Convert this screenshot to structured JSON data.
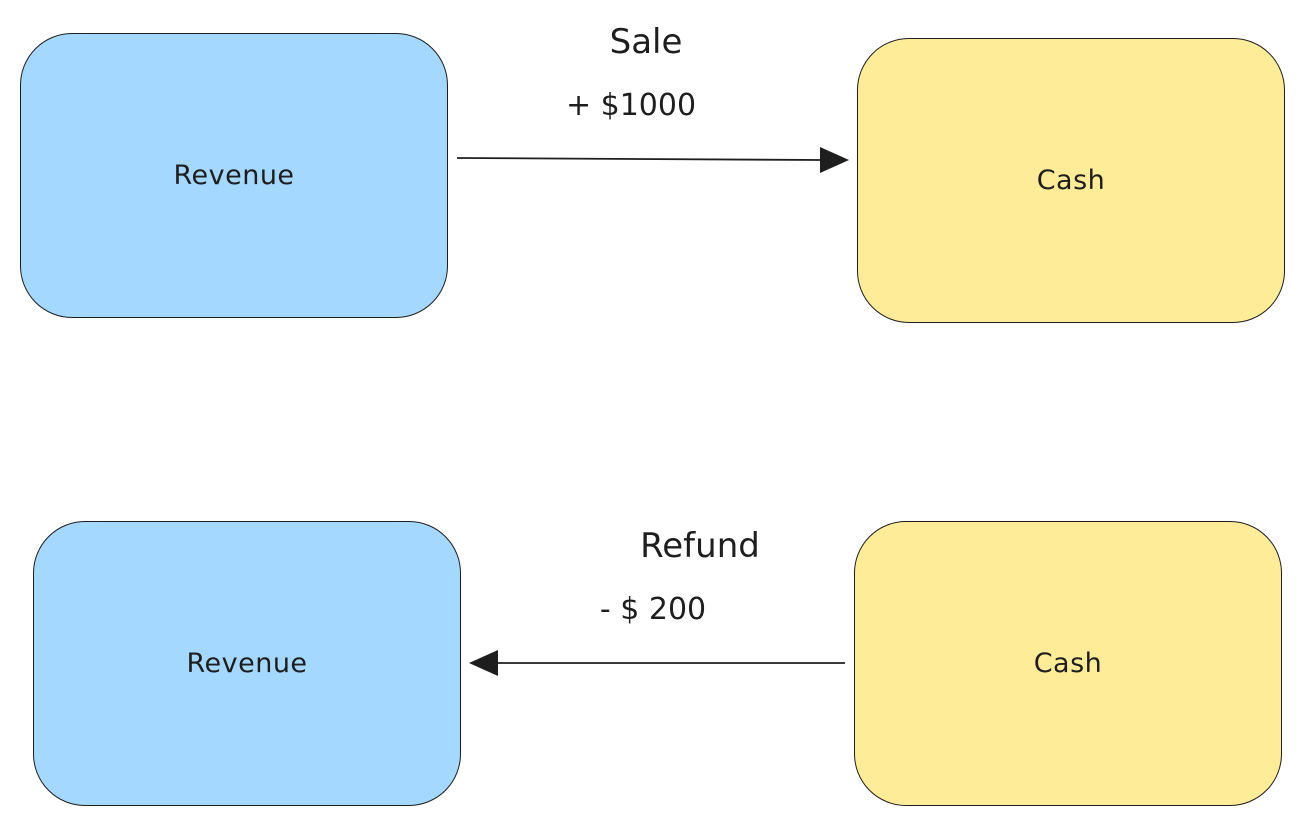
{
  "colors": {
    "revenue_fill": "#a5d8ff",
    "cash_fill": "#ffec99",
    "stroke": "#1e1e1e"
  },
  "rows": [
    {
      "revenue_label": "Revenue",
      "cash_label": "Cash",
      "edge_title": "Sale",
      "edge_amount": "+ $1000",
      "direction": "revenue-to-cash"
    },
    {
      "revenue_label": "Revenue",
      "cash_label": "Cash",
      "edge_title": "Refund",
      "edge_amount": "- $ 200",
      "direction": "cash-to-revenue"
    }
  ]
}
